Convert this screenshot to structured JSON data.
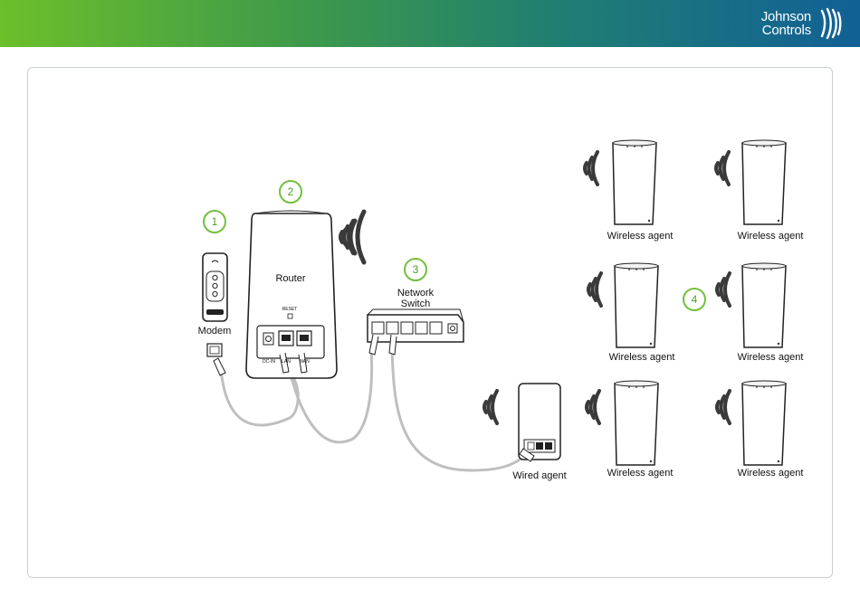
{
  "brand": {
    "line1": "Johnson",
    "line2": "Controls"
  },
  "badges": [
    "1",
    "2",
    "3",
    "4"
  ],
  "devices": {
    "modem": "Modem",
    "router": "Router",
    "router_reset": "RESET",
    "router_ports": [
      "DC-IN",
      "LAN",
      "WAN"
    ],
    "switch_line1": "Network",
    "switch_line2": "Switch",
    "wired_agent": "Wired agent",
    "wireless_agents": [
      "Wireless agent",
      "Wireless agent",
      "Wireless agent",
      "Wireless agent",
      "Wireless agent",
      "Wireless agent"
    ]
  },
  "colors": {
    "accent_green": "#73bf3f",
    "cable": "#bfbfbf",
    "outline": "#222222"
  }
}
